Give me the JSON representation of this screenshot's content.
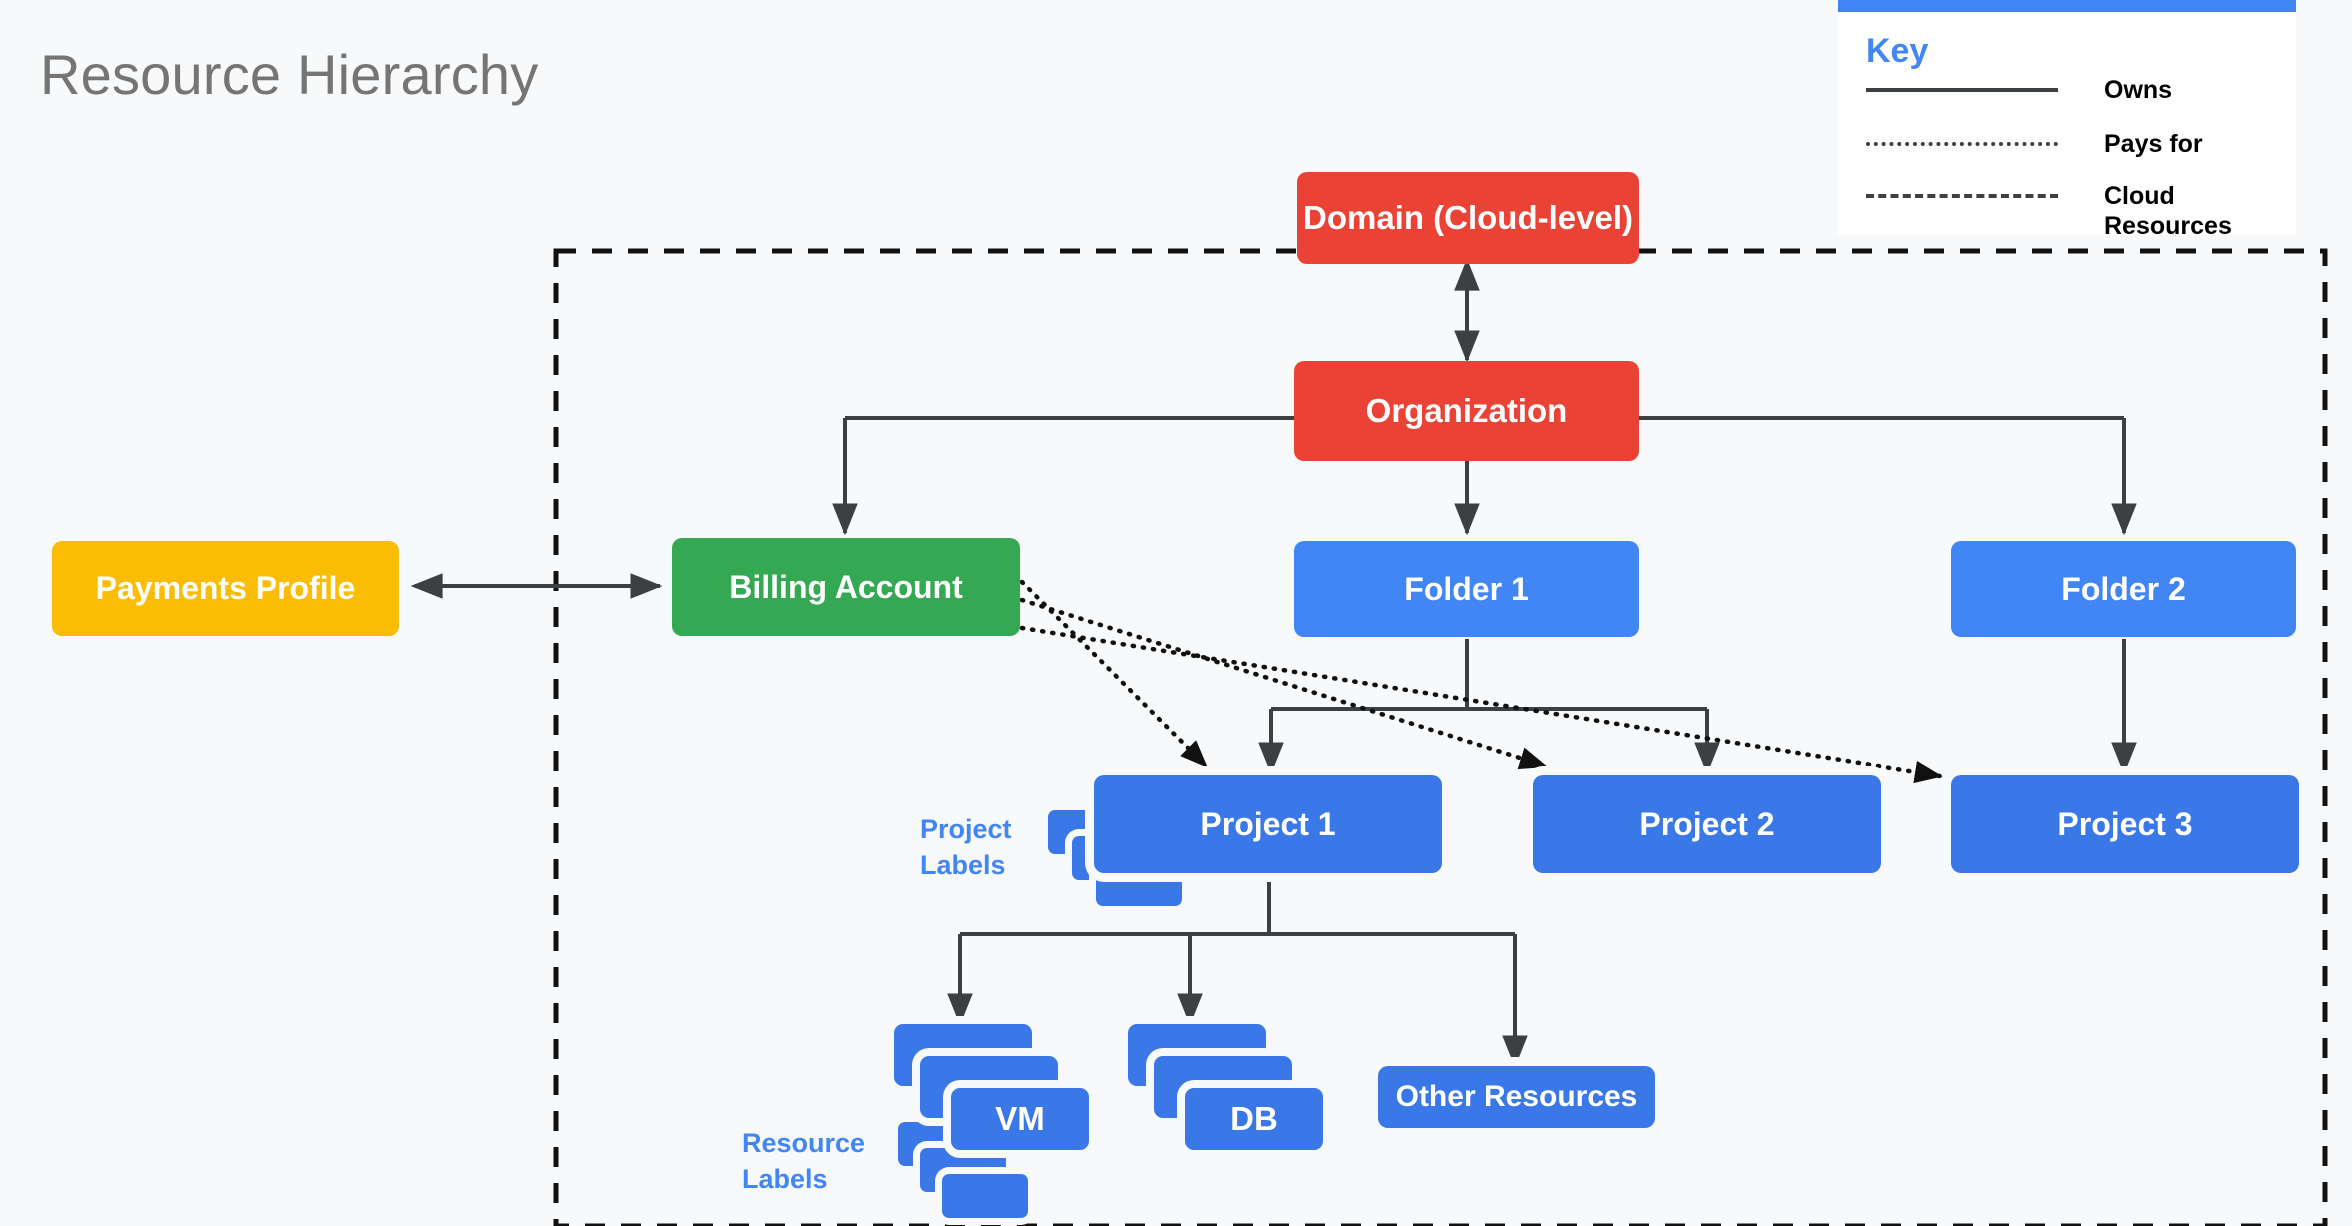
{
  "page": {
    "title": "Resource Hierarchy",
    "background": "#f7f9fa",
    "title_color": "#757575"
  },
  "key": {
    "title": "Key",
    "accent_color": "#4285f4",
    "entries": [
      {
        "style": "solid",
        "label": "Owns"
      },
      {
        "style": "dotted",
        "label": "Pays for"
      },
      {
        "style": "dashed",
        "label": "Cloud\nResources"
      }
    ]
  },
  "boundary": {
    "name": "cloud-resources-boundary",
    "style": "dashed"
  },
  "captions": [
    {
      "id": "project-labels",
      "text": "Project\nLabels",
      "color": "#4285f4"
    },
    {
      "id": "resource-labels",
      "text": "Resource\nLabels",
      "color": "#4285f4"
    }
  ],
  "nodes": {
    "domain": {
      "label": "Domain (Cloud-level)",
      "color": "#ea4335"
    },
    "organization": {
      "label": "Organization",
      "color": "#ea4335"
    },
    "payments_profile": {
      "label": "Payments Profile",
      "color": "#fbbc04"
    },
    "billing_account": {
      "label": "Billing Account",
      "color": "#34a853"
    },
    "folder_1": {
      "label": "Folder 1",
      "color": "#4285f4"
    },
    "folder_2": {
      "label": "Folder 2",
      "color": "#4285f4"
    },
    "project_1": {
      "label": "Project 1",
      "color": "#3b78e7"
    },
    "project_2": {
      "label": "Project 2",
      "color": "#3b78e7"
    },
    "project_3": {
      "label": "Project 3",
      "color": "#3b78e7"
    },
    "vm": {
      "label": "VM",
      "color": "#3b78e7"
    },
    "db": {
      "label": "DB",
      "color": "#3b78e7"
    },
    "other_resources": {
      "label": "Other Resources",
      "color": "#3b78e7"
    }
  },
  "edges": [
    {
      "from": "organization",
      "to": "domain",
      "relation": "Owns",
      "style": "solid",
      "arrows": "both"
    },
    {
      "from": "organization",
      "to": "billing_account",
      "relation": "Owns",
      "style": "solid",
      "arrows": "end"
    },
    {
      "from": "organization",
      "to": "folder_1",
      "relation": "Owns",
      "style": "solid",
      "arrows": "end"
    },
    {
      "from": "organization",
      "to": "folder_2",
      "relation": "Owns",
      "style": "solid",
      "arrows": "end"
    },
    {
      "from": "payments_profile",
      "to": "billing_account",
      "relation": "Owns",
      "style": "solid",
      "arrows": "both"
    },
    {
      "from": "folder_1",
      "to": "project_1",
      "relation": "Owns",
      "style": "solid",
      "arrows": "end"
    },
    {
      "from": "folder_1",
      "to": "project_2",
      "relation": "Owns",
      "style": "solid",
      "arrows": "end"
    },
    {
      "from": "folder_2",
      "to": "project_3",
      "relation": "Owns",
      "style": "solid",
      "arrows": "end"
    },
    {
      "from": "project_1",
      "to": "vm",
      "relation": "Owns",
      "style": "solid",
      "arrows": "end"
    },
    {
      "from": "project_1",
      "to": "db",
      "relation": "Owns",
      "style": "solid",
      "arrows": "end"
    },
    {
      "from": "project_1",
      "to": "other_resources",
      "relation": "Owns",
      "style": "solid",
      "arrows": "end"
    },
    {
      "from": "billing_account",
      "to": "project_1",
      "relation": "Pays for",
      "style": "dotted",
      "arrows": "end"
    },
    {
      "from": "billing_account",
      "to": "project_2",
      "relation": "Pays for",
      "style": "dotted",
      "arrows": "end"
    },
    {
      "from": "billing_account",
      "to": "project_3",
      "relation": "Pays for",
      "style": "dotted",
      "arrows": "end"
    }
  ]
}
